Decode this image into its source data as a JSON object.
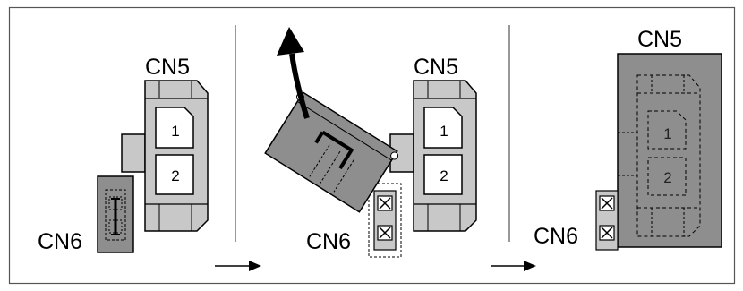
{
  "panels": [
    {
      "cn5_label": "CN5",
      "cn6_label": "CN6",
      "slot_1": "1",
      "slot_2": "2"
    },
    {
      "cn5_label": "CN5",
      "cn6_label": "CN6",
      "slot_1": "1",
      "slot_2": "2"
    },
    {
      "cn5_label": "CN5",
      "cn6_label": "CN6",
      "slot_1": "1",
      "slot_2": "2"
    }
  ],
  "colors": {
    "housing_fill": "#c8c8c8",
    "cover_fill": "#8e8e8e",
    "outline": "#000000",
    "frame": "#555555"
  }
}
